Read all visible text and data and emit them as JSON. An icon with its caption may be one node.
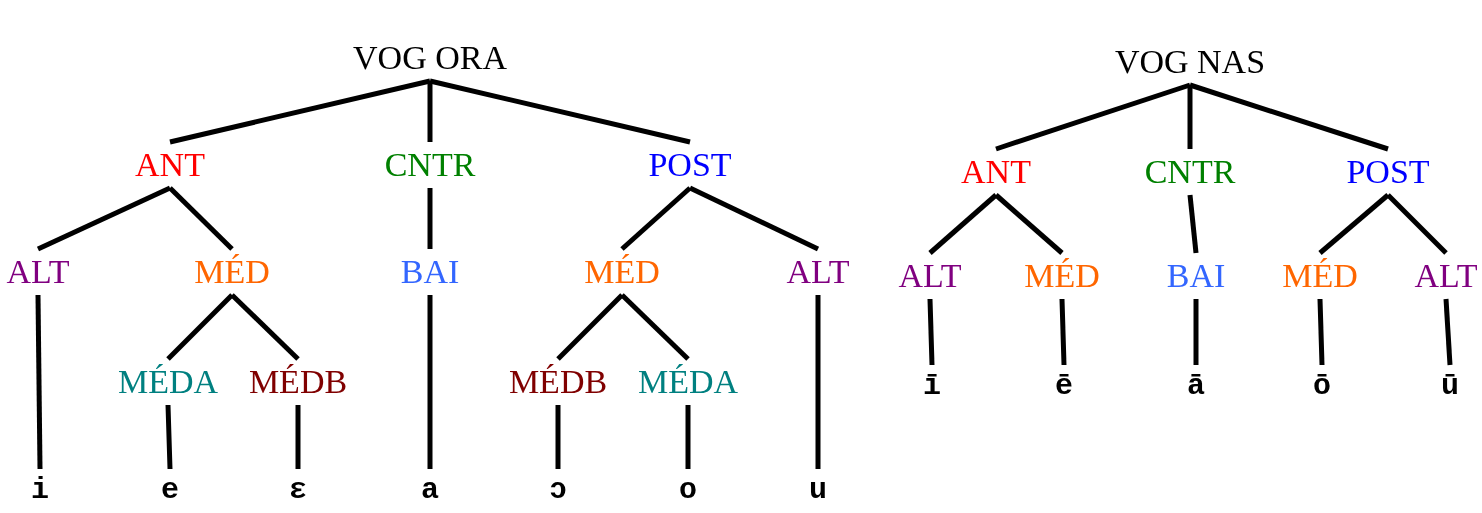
{
  "diagram": {
    "nodes": [
      {
        "text": [
          "VOG ORA"
        ]
      },
      {
        "text": [
          "ANT"
        ]
      },
      {
        "text": [
          "CNTR"
        ]
      },
      {
        "text": [
          "POST"
        ]
      },
      {
        "text": [
          "ALT"
        ]
      },
      {
        "text": [
          "MÉD"
        ]
      },
      {
        "text": [
          "BAI"
        ]
      },
      {
        "text": [
          "MÉD"
        ]
      },
      {
        "text": [
          "ALT"
        ]
      },
      {
        "text": [
          "MÉDA"
        ]
      },
      {
        "text": [
          "MÉDB"
        ]
      },
      {
        "text": [
          "MÉDB"
        ]
      },
      {
        "text": [
          "MÉDA"
        ]
      },
      {
        "text": [
          "i"
        ]
      },
      {
        "text": [
          "e"
        ]
      },
      {
        "text": [
          "ɛ"
        ]
      },
      {
        "text": [
          "a"
        ]
      },
      {
        "text": [
          "ɔ"
        ]
      },
      {
        "text": [
          "o"
        ]
      },
      {
        "text": [
          "u"
        ]
      },
      {
        "text": [
          "VOG NAS"
        ]
      },
      {
        "text": [
          "ANT"
        ]
      },
      {
        "text": [
          "CNTR"
        ]
      },
      {
        "text": [
          "POST"
        ]
      },
      {
        "text": [
          "ALT"
        ]
      },
      {
        "text": [
          "MÉD"
        ]
      },
      {
        "text": [
          "BAI"
        ]
      },
      {
        "text": [
          "MÉD"
        ]
      },
      {
        "text": [
          "ALT"
        ]
      },
      {
        "text": [
          "ī"
        ]
      },
      {
        "text": [
          "ē"
        ]
      },
      {
        "text": [
          "ā"
        ]
      },
      {
        "text": [
          "ō"
        ]
      },
      {
        "text": [
          "ū"
        ]
      }
    ],
    "edges": [
      {
        "from": 0,
        "to": 1,
        "arrow": "none"
      },
      {
        "from": 0,
        "to": 2,
        "arrow": "none"
      },
      {
        "from": 0,
        "to": 3,
        "arrow": "none"
      },
      {
        "from": 1,
        "to": 4,
        "arrow": "none"
      },
      {
        "from": 1,
        "to": 5,
        "arrow": "none"
      },
      {
        "from": 2,
        "to": 6,
        "arrow": "none"
      },
      {
        "from": 3,
        "to": 7,
        "arrow": "none"
      },
      {
        "from": 3,
        "to": 8,
        "arrow": "none"
      },
      {
        "from": 5,
        "to": 9,
        "arrow": "none"
      },
      {
        "from": 5,
        "to": 10,
        "arrow": "none"
      },
      {
        "from": 7,
        "to": 11,
        "arrow": "none"
      },
      {
        "from": 7,
        "to": 12,
        "arrow": "none"
      },
      {
        "from": 4,
        "to": 13,
        "arrow": "none"
      },
      {
        "from": 9,
        "to": 14,
        "arrow": "none"
      },
      {
        "from": 10,
        "to": 15,
        "arrow": "none"
      },
      {
        "from": 6,
        "to": 16,
        "arrow": "none"
      },
      {
        "from": 11,
        "to": 17,
        "arrow": "none"
      },
      {
        "from": 12,
        "to": 18,
        "arrow": "none"
      },
      {
        "from": 8,
        "to": 19,
        "arrow": "none"
      },
      {
        "from": 20,
        "to": 21,
        "arrow": "none"
      },
      {
        "from": 20,
        "to": 22,
        "arrow": "none"
      },
      {
        "from": 20,
        "to": 23,
        "arrow": "none"
      },
      {
        "from": 21,
        "to": 24,
        "arrow": "none"
      },
      {
        "from": 21,
        "to": 25,
        "arrow": "none"
      },
      {
        "from": 22,
        "to": 26,
        "arrow": "none"
      },
      {
        "from": 23,
        "to": 27,
        "arrow": "none"
      },
      {
        "from": 23,
        "to": 28,
        "arrow": "none"
      },
      {
        "from": 24,
        "to": 29,
        "arrow": "none"
      },
      {
        "from": 25,
        "to": 30,
        "arrow": "none"
      },
      {
        "from": 26,
        "to": 31,
        "arrow": "none"
      },
      {
        "from": 27,
        "to": 32,
        "arrow": "none"
      },
      {
        "from": 28,
        "to": 33,
        "arrow": "none"
      }
    ]
  }
}
